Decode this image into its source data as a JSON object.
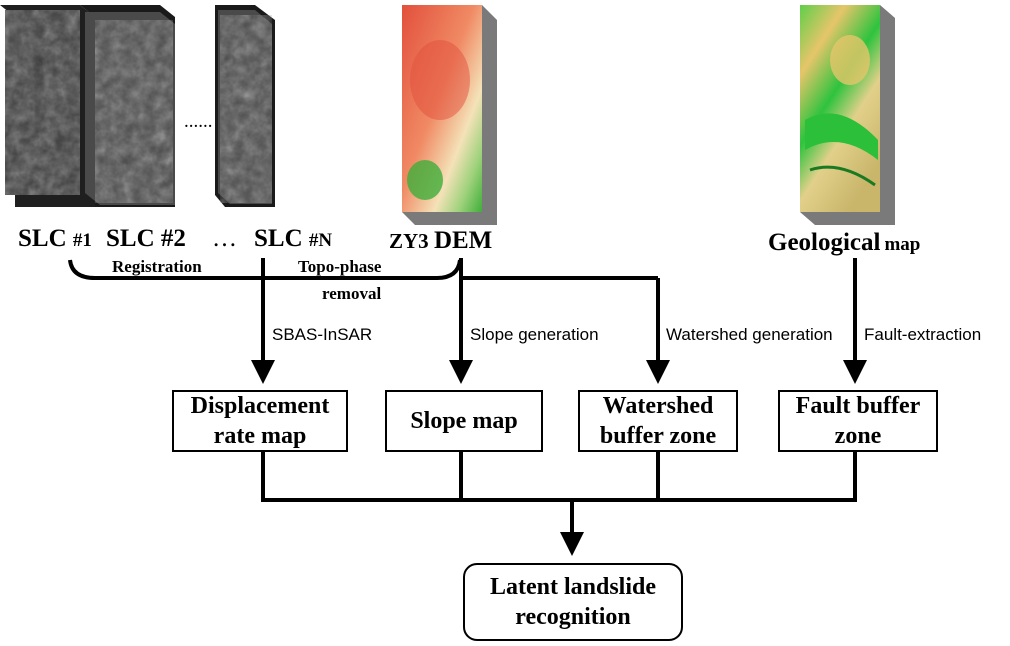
{
  "colors": {
    "line": "#000000",
    "sar_dark": "#3a3a3a",
    "dem_red": "#e2503c",
    "dem_green": "#3fae3a",
    "geo_yellow": "#e6c56a",
    "geo_green": "#3cc83c"
  },
  "inputs": {
    "slc1": {
      "base": "SLC",
      "sup": "#1"
    },
    "slc2": {
      "base": "SLC",
      "sup": "#2"
    },
    "ellipsis_label": "…",
    "ellipsis_dots": "......",
    "slcN": {
      "base": "SLC",
      "sup": "#N"
    },
    "dem": {
      "pre": "ZY3",
      "main": "DEM"
    },
    "geo": {
      "main": "Geological",
      "post": "map"
    }
  },
  "steps": {
    "registration": "Registration",
    "topo_phase": "Topo-phase",
    "removal": "removal",
    "sbas": "SBAS-InSAR",
    "slope_gen": "Slope generation",
    "watershed_gen": "Watershed generation",
    "fault_extract": "Fault-extraction"
  },
  "boxes": {
    "displacement": "Displacement\nrate map",
    "slope": "Slope map",
    "watershed": "Watershed\nbuffer zone",
    "fault": "Fault buffer\nzone",
    "final": "Latent landslide\nrecognition"
  }
}
